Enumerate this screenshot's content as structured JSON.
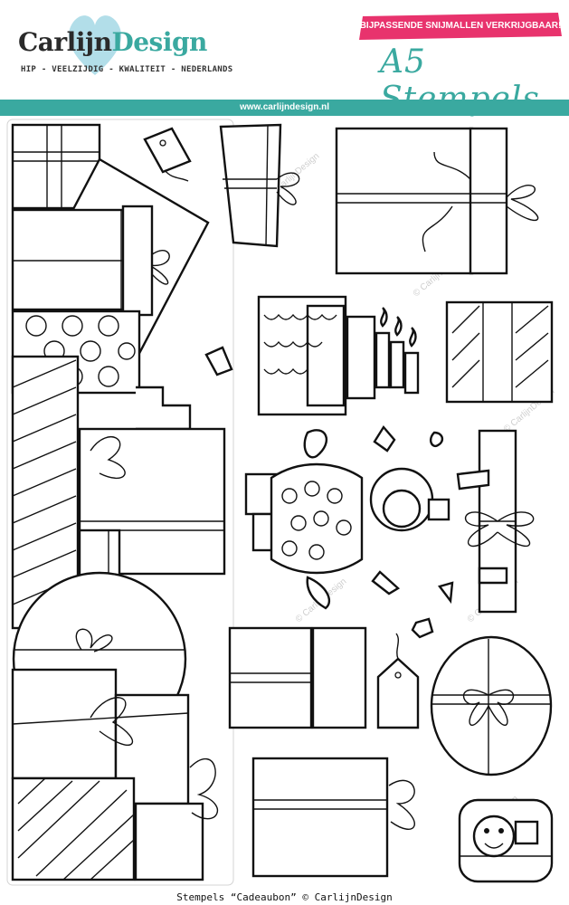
{
  "brand": {
    "logo_text_1": "Carlijn",
    "logo_text_2": "Design",
    "tagline": "HIP - VEELZIJDIG - KWALITEIT - NEDERLANDS"
  },
  "banner": {
    "text": "BIJPASSENDE SNIJMALLEN VERKRIJGBAAR!",
    "color": "#e8336d"
  },
  "product_title": "A5 Stempels",
  "website": "www.carlijndesign.nl",
  "watermark": "© CarlijnDesign",
  "footer": "Stempels “Cadeaubon” © CarlijnDesign",
  "colors": {
    "accent": "#3aa9a0",
    "heart": "#9fd6e3",
    "pink": "#e8336d"
  }
}
